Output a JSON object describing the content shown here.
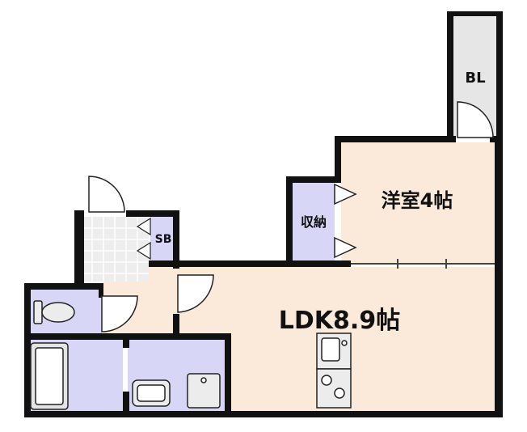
{
  "rooms": {
    "bl": "BL",
    "western_room": "洋室4帖",
    "storage": "収納",
    "shoe_box": "SB",
    "ldk": "LDK8.9帖"
  },
  "colors": {
    "wall": "#111111",
    "room_fill": "#fbe9d9",
    "wet_fill": "#d7d6f6",
    "tile_fill": "#e8e8e8",
    "bl_fill": "#e6e6e6",
    "fixture": "#e0e0e0"
  },
  "icons": [
    "door-swing-icon",
    "toilet-icon",
    "bathtub-icon",
    "sink-icon",
    "stove-icon",
    "washer-icon"
  ]
}
